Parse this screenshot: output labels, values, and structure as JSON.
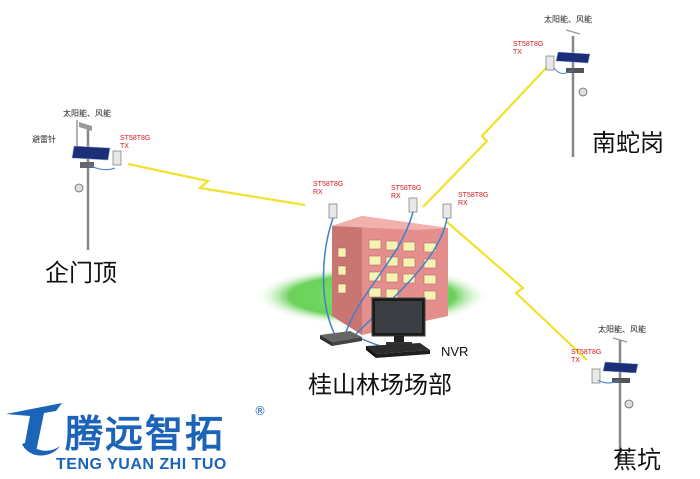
{
  "sites": {
    "qimending": {
      "label": "企门顶",
      "power": "太阳能、风能",
      "lightning": "避雷针",
      "device": "ST58T8G",
      "mode": "TX"
    },
    "nanshegang": {
      "label": "南蛇岗",
      "power": "太阳能、风能",
      "device": "ST58T8G",
      "mode": "TX"
    },
    "jiaokeng": {
      "label": "蕉坑",
      "power": "太阳能、风能",
      "device": "ST58T8G",
      "mode": "TX"
    }
  },
  "hub": {
    "label": "桂山林场场部",
    "nvr": "NVR",
    "receivers": [
      {
        "device": "ST58T8G",
        "mode": "RX"
      },
      {
        "device": "ST58T8G",
        "mode": "RX"
      },
      {
        "device": "ST58T8G",
        "mode": "RX"
      }
    ]
  },
  "logo": {
    "cn": "腾远智拓",
    "en": "TENG YUAN ZHI TUO",
    "reg": "®"
  },
  "colors": {
    "link": "#f2e12a",
    "logo": "#1b64b8",
    "device_text": "#d11a1a",
    "building": "#e48f8d",
    "grass": "#58c24a"
  }
}
